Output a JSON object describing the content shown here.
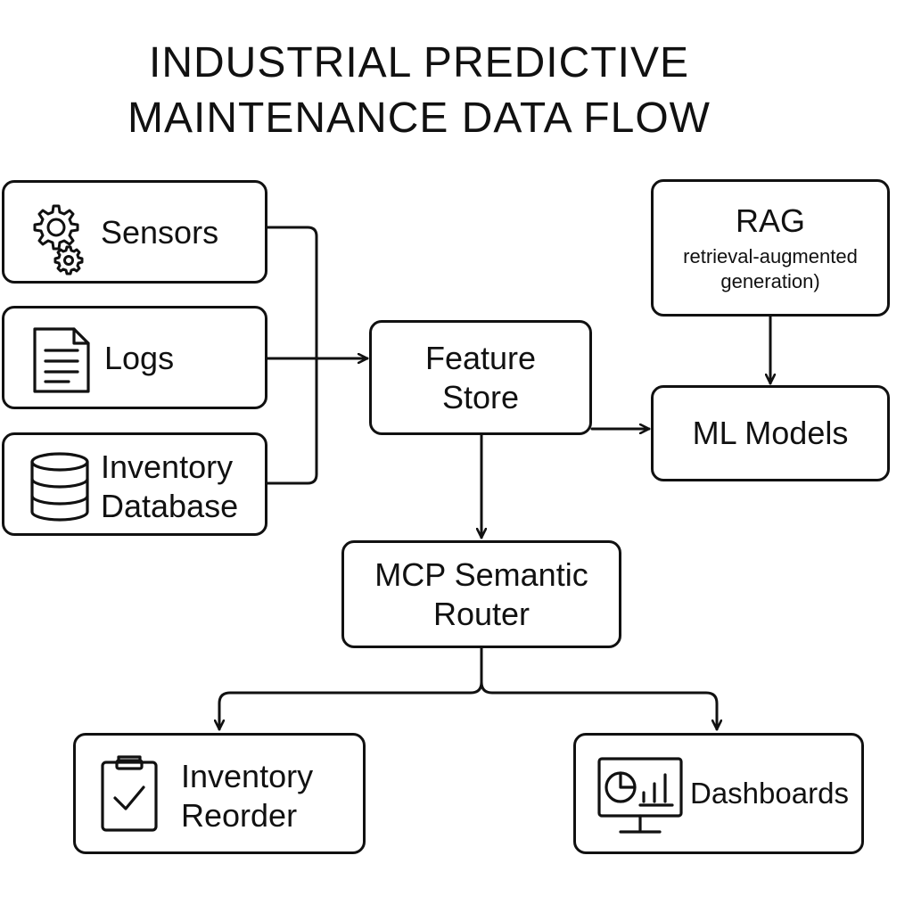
{
  "title": {
    "line1": "INDUSTRIAL PREDICTIVE",
    "line2": "MAINTENANCE DATA FLOW"
  },
  "nodes": {
    "sensors": {
      "label": "Sensors",
      "icon": "gears-icon"
    },
    "logs": {
      "label": "Logs",
      "icon": "document-icon"
    },
    "inventory_database": {
      "line1": "Inventory",
      "line2": "Database",
      "icon": "database-icon"
    },
    "feature_store": {
      "line1": "Feature",
      "line2": "Store"
    },
    "rag": {
      "label": "RAG",
      "sub1": "retrieval-augmented",
      "sub2": "generation)"
    },
    "ml_models": {
      "label": "ML Models"
    },
    "mcp_router": {
      "line1": "MCP Semantic",
      "line2": "Router"
    },
    "inventory_reorder": {
      "line1": "Inventory",
      "line2": "Reorder",
      "icon": "clipboard-check-icon"
    },
    "dashboards": {
      "label": "Dashboards",
      "icon": "monitor-chart-icon"
    }
  },
  "colors": {
    "stroke": "#111111",
    "background": "#ffffff"
  }
}
